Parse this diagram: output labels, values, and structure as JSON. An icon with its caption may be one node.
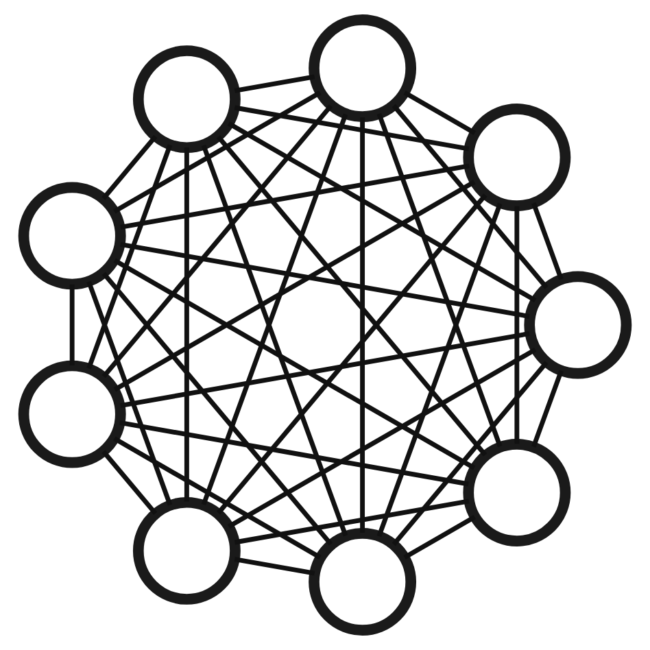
{
  "diagram": {
    "nodes": [
      {
        "text": [],
        "shape": "circle"
      },
      {
        "text": [],
        "shape": "circle"
      },
      {
        "text": [],
        "shape": "circle"
      },
      {
        "text": [],
        "shape": "circle"
      },
      {
        "text": [],
        "shape": "circle"
      },
      {
        "text": [],
        "shape": "circle"
      },
      {
        "text": [],
        "shape": "circle"
      },
      {
        "text": [],
        "shape": "circle"
      },
      {
        "text": [],
        "shape": "circle"
      }
    ],
    "edges": [
      {
        "from": 0,
        "to": 1,
        "arrow": "none"
      },
      {
        "from": 0,
        "to": 2,
        "arrow": "none"
      },
      {
        "from": 0,
        "to": 3,
        "arrow": "none"
      },
      {
        "from": 0,
        "to": 4,
        "arrow": "none"
      },
      {
        "from": 0,
        "to": 5,
        "arrow": "none"
      },
      {
        "from": 0,
        "to": 6,
        "arrow": "none"
      },
      {
        "from": 0,
        "to": 7,
        "arrow": "none"
      },
      {
        "from": 0,
        "to": 8,
        "arrow": "none"
      },
      {
        "from": 1,
        "to": 2,
        "arrow": "none"
      },
      {
        "from": 1,
        "to": 3,
        "arrow": "none"
      },
      {
        "from": 1,
        "to": 4,
        "arrow": "none"
      },
      {
        "from": 1,
        "to": 5,
        "arrow": "none"
      },
      {
        "from": 1,
        "to": 6,
        "arrow": "none"
      },
      {
        "from": 1,
        "to": 7,
        "arrow": "none"
      },
      {
        "from": 1,
        "to": 8,
        "arrow": "none"
      },
      {
        "from": 2,
        "to": 3,
        "arrow": "none"
      },
      {
        "from": 2,
        "to": 4,
        "arrow": "none"
      },
      {
        "from": 2,
        "to": 5,
        "arrow": "none"
      },
      {
        "from": 2,
        "to": 6,
        "arrow": "none"
      },
      {
        "from": 2,
        "to": 7,
        "arrow": "none"
      },
      {
        "from": 2,
        "to": 8,
        "arrow": "none"
      },
      {
        "from": 3,
        "to": 4,
        "arrow": "none"
      },
      {
        "from": 3,
        "to": 5,
        "arrow": "none"
      },
      {
        "from": 3,
        "to": 6,
        "arrow": "none"
      },
      {
        "from": 3,
        "to": 7,
        "arrow": "none"
      },
      {
        "from": 3,
        "to": 8,
        "arrow": "none"
      },
      {
        "from": 4,
        "to": 5,
        "arrow": "none"
      },
      {
        "from": 4,
        "to": 6,
        "arrow": "none"
      },
      {
        "from": 4,
        "to": 7,
        "arrow": "none"
      },
      {
        "from": 4,
        "to": 8,
        "arrow": "none"
      },
      {
        "from": 5,
        "to": 6,
        "arrow": "none"
      },
      {
        "from": 5,
        "to": 7,
        "arrow": "none"
      },
      {
        "from": 5,
        "to": 8,
        "arrow": "none"
      },
      {
        "from": 6,
        "to": 7,
        "arrow": "none"
      },
      {
        "from": 6,
        "to": 8,
        "arrow": "none"
      },
      {
        "from": 7,
        "to": 8,
        "arrow": "none"
      }
    ]
  }
}
